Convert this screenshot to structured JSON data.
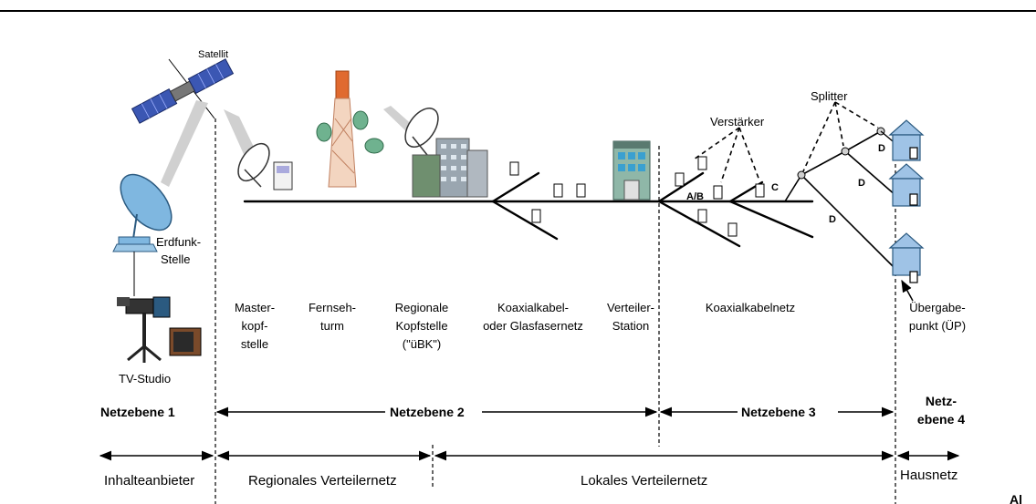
{
  "labels": {
    "satellite": "Satellit",
    "uplink": [
      "Erdfunk-",
      "Stelle"
    ],
    "tv_studio": "TV-Studio",
    "master_headend": [
      "Master-",
      "kopf-",
      "stelle"
    ],
    "tv_tower": [
      "Fernseh-",
      "turm"
    ],
    "regional_headend": [
      "Regionale",
      "Kopfstelle",
      "(\"üBK\")"
    ],
    "coax_fiber": [
      "Koaxialkabel-",
      "oder Glasfasernetz"
    ],
    "distribution_station": [
      "Verteiler-",
      "Station"
    ],
    "coax_network": "Koaxialkabelnetz",
    "handover_point": [
      "Übergabe-",
      "punkt (ÜP)"
    ],
    "amplifier": "Verstärker",
    "splitter": "Splitter",
    "segment_ab": "A/B",
    "segment_c": "C",
    "segment_d": "D"
  },
  "levels": {
    "level1": "Netzebene 1",
    "level2": "Netzebene 2",
    "level3": "Netzebene 3",
    "level4": [
      "Netz-",
      "ebene 4"
    ]
  },
  "domains": {
    "content_provider": "Inhalteanbieter",
    "regional": "Regionales Verteilernetz",
    "local": "Lokales Verteilernetz",
    "home": "Hausnetz"
  },
  "corner_mark": "Al"
}
